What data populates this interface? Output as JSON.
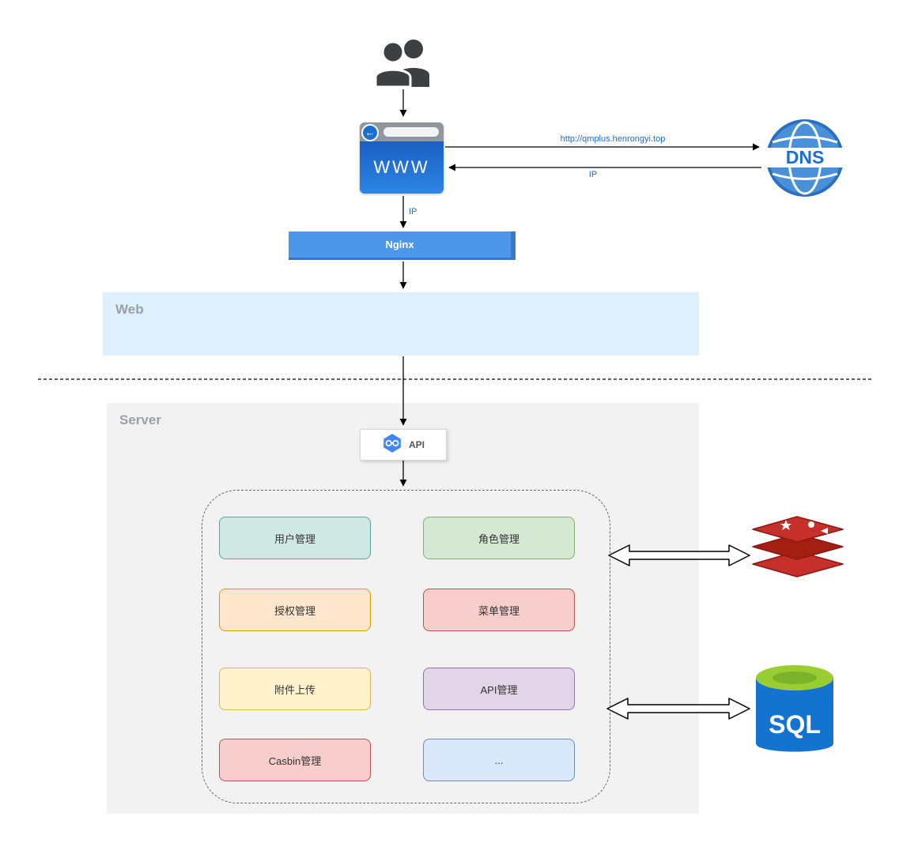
{
  "diagram": {
    "browser": {
      "label": "WWW"
    },
    "dns": {
      "label": "DNS"
    },
    "nginx": {
      "label": "Nginx"
    },
    "web_zone": {
      "label": "Web"
    },
    "server_zone": {
      "label": "Server"
    },
    "api": {
      "label": "API"
    },
    "sql": {
      "label": "SQL"
    }
  },
  "edges": {
    "request_url": "http://qmplus.henrongyi.top",
    "dns_response": "IP",
    "browser_to_nginx": "IP"
  },
  "modules": [
    {
      "label": "用户管理",
      "fill": "#cfe8e4",
      "border": "#53a79a"
    },
    {
      "label": "角色管理",
      "fill": "#d5e8d4",
      "border": "#82b366"
    },
    {
      "label": "授权管理",
      "fill": "#ffe6cc",
      "border": "#d79b00"
    },
    {
      "label": "菜单管理",
      "fill": "#f8cecc",
      "border": "#b85450"
    },
    {
      "label": "附件上传",
      "fill": "#fff2cc",
      "border": "#d6b656"
    },
    {
      "label": "API管理",
      "fill": "#e1d5e7",
      "border": "#9673a6"
    },
    {
      "label": "Casbin管理",
      "fill": "#f8cecc",
      "border": "#b85450"
    },
    {
      "label": "...",
      "fill": "#dae8fc",
      "border": "#6c8ebf"
    }
  ],
  "colors": {
    "edge_label": "#1a6fd4",
    "zone_label": "#9aa0a6",
    "web_bg": "#def0fb",
    "server_bg": "#f2f2f2",
    "nginx_bg": "#4d97ea",
    "nginx_shade": "#3579cf",
    "browser_blue": "#1b6fd0",
    "dns_blue": "#4a90d9",
    "api_hex": "#4285f4",
    "redis_red": "#c6302b",
    "sql_blue": "#1473cf",
    "sql_green": "#9acd32"
  }
}
